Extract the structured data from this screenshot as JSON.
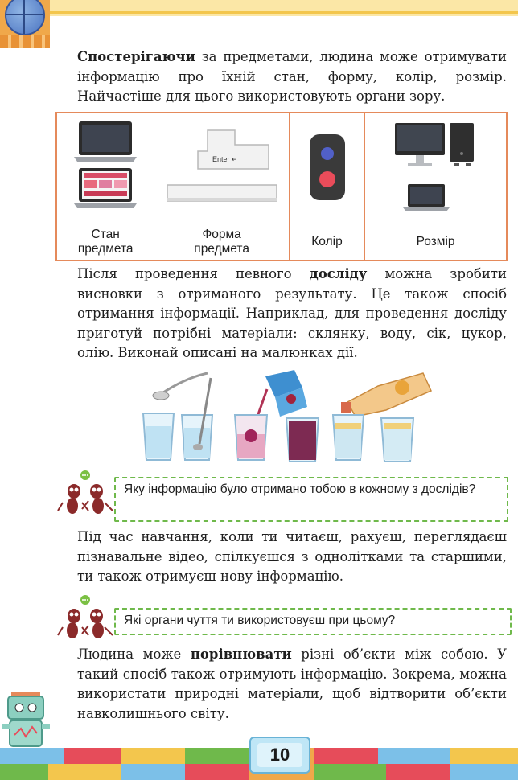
{
  "paragraph1": {
    "bold": "Спостерігаючи",
    "rest": " за предметами, людина може отримувати інформацію про їхній стан, форму, колір, розмір. Найчастіше для цього використовують органи зору."
  },
  "table": {
    "captions": [
      {
        "line1": "Стан",
        "line2": "предмета"
      },
      {
        "line1": "Форма",
        "line2": "предмета"
      },
      {
        "line1": "Колір",
        "line2": ""
      },
      {
        "line1": "Розмір",
        "line2": ""
      }
    ],
    "enter_key_label": "Enter ↵"
  },
  "paragraph2": {
    "before": "Після проведення певного ",
    "bold": "досліду",
    "after": " можна зробити висновки з отриманого результату. Це також спосіб отримання інформації. Наприклад, для проведення досліду приготуй потрібні матеріали: склянку, воду, сік, цукор, олію. Виконай описані на малюнках дії."
  },
  "question1": "Яку інформацію було отримано тобою в кожному з дослідів?",
  "paragraph3": "Під час навчання, коли ти читаєш, рахуєш, переглядаєш пізнавальне відео, спілкуєшся з однолітками та старшими, ти також отримуєш нову інформацію.",
  "question2": "Які органи чуття ти використовуєш при цьому?",
  "paragraph4": {
    "before": "Людина може ",
    "bold": "порівнювати",
    "after": " різні об’єкти між собою. У такий спосіб також отримують інформацію. Зокрема, можна використати природні матеріали, щоб відтворити об’єкти навколишнього світу."
  },
  "page_number": "10",
  "colors": {
    "table_border": "#e58a5b",
    "question_border": "#6fb94b",
    "traffic_top": "#5160c8",
    "traffic_bottom": "#e94c5a"
  }
}
